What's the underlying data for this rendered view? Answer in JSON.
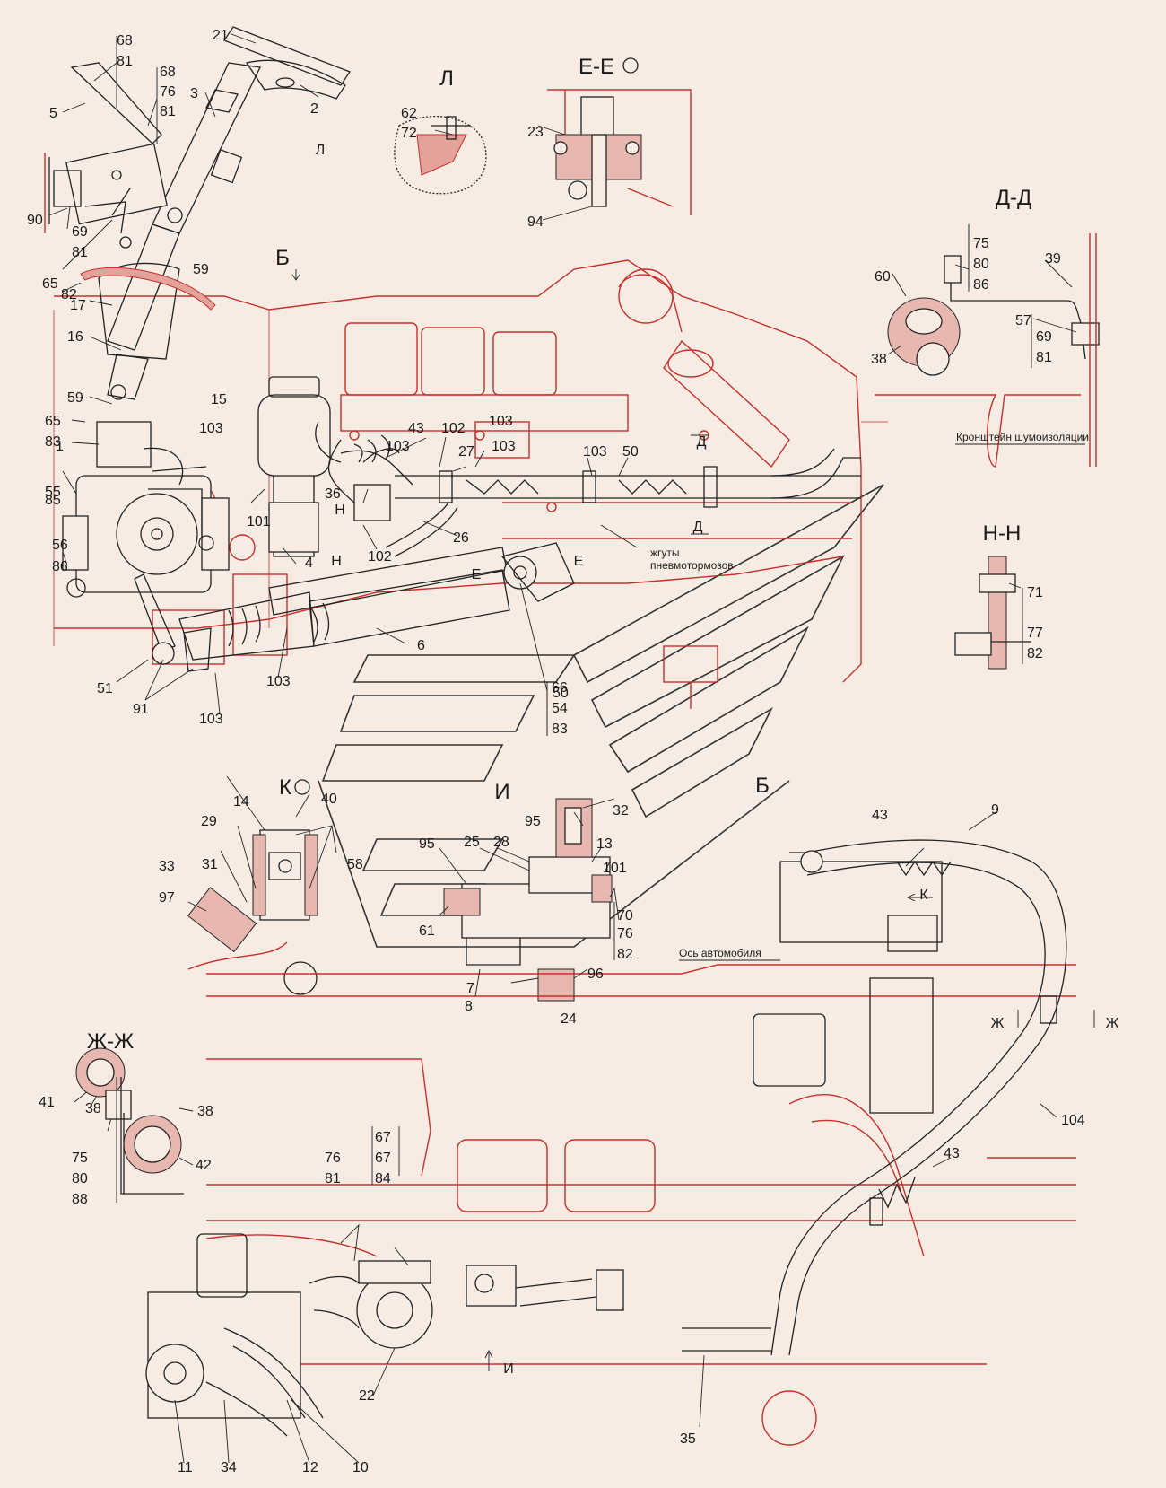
{
  "sections": {
    "l": "Л",
    "ee": "Е-Е",
    "dd": "Д-Д",
    "nn": "Н-Н",
    "zhzh": "Ж-Ж",
    "k": "К",
    "i": "И",
    "b_top": "Б",
    "b_bottom": "Б"
  },
  "notes": {
    "bracket": "Кронштейн шумоизоляции",
    "harness_1": "жгуты",
    "harness_2": "пневмотормозов",
    "axis": "Ось автомобиля"
  },
  "section_marks": [
    "Д",
    "Д",
    "Н",
    "Н",
    "Е",
    "Е",
    "Л",
    "К",
    "И",
    "Ж",
    "Ж"
  ],
  "callouts": [
    "1",
    "2",
    "3",
    "4",
    "5",
    "6",
    "7",
    "8",
    "9",
    "10",
    "11",
    "12",
    "13",
    "14",
    "15",
    "16",
    "17",
    "21",
    "22",
    "23",
    "24",
    "25",
    "26",
    "27",
    "28",
    "29",
    "31",
    "32",
    "33",
    "34",
    "35",
    "36",
    "38",
    "38",
    "38",
    "39",
    "40",
    "41",
    "42",
    "43",
    "43",
    "43",
    "50",
    "51",
    "55",
    "56",
    "57",
    "58",
    "59",
    "59",
    "60",
    "61",
    "62",
    "65",
    "65",
    "68",
    "68",
    "69",
    "69",
    "70",
    "71",
    "72",
    "75",
    "75",
    "76",
    "76",
    "76",
    "77",
    "80",
    "80",
    "81",
    "81",
    "81",
    "81",
    "81",
    "82",
    "82",
    "82",
    "83",
    "83",
    "84",
    "85",
    "86",
    "86",
    "88",
    "90",
    "91",
    "94",
    "95",
    "95",
    "96",
    "97",
    "101",
    "101",
    "102",
    "102",
    "103",
    "103",
    "103",
    "103",
    "103",
    "103",
    "103",
    "104",
    "50",
    "66",
    "54",
    "67",
    "67"
  ],
  "colors": {
    "drawing_red": "#c8302c",
    "ink": "#222222",
    "paper": "#f6ece4"
  }
}
